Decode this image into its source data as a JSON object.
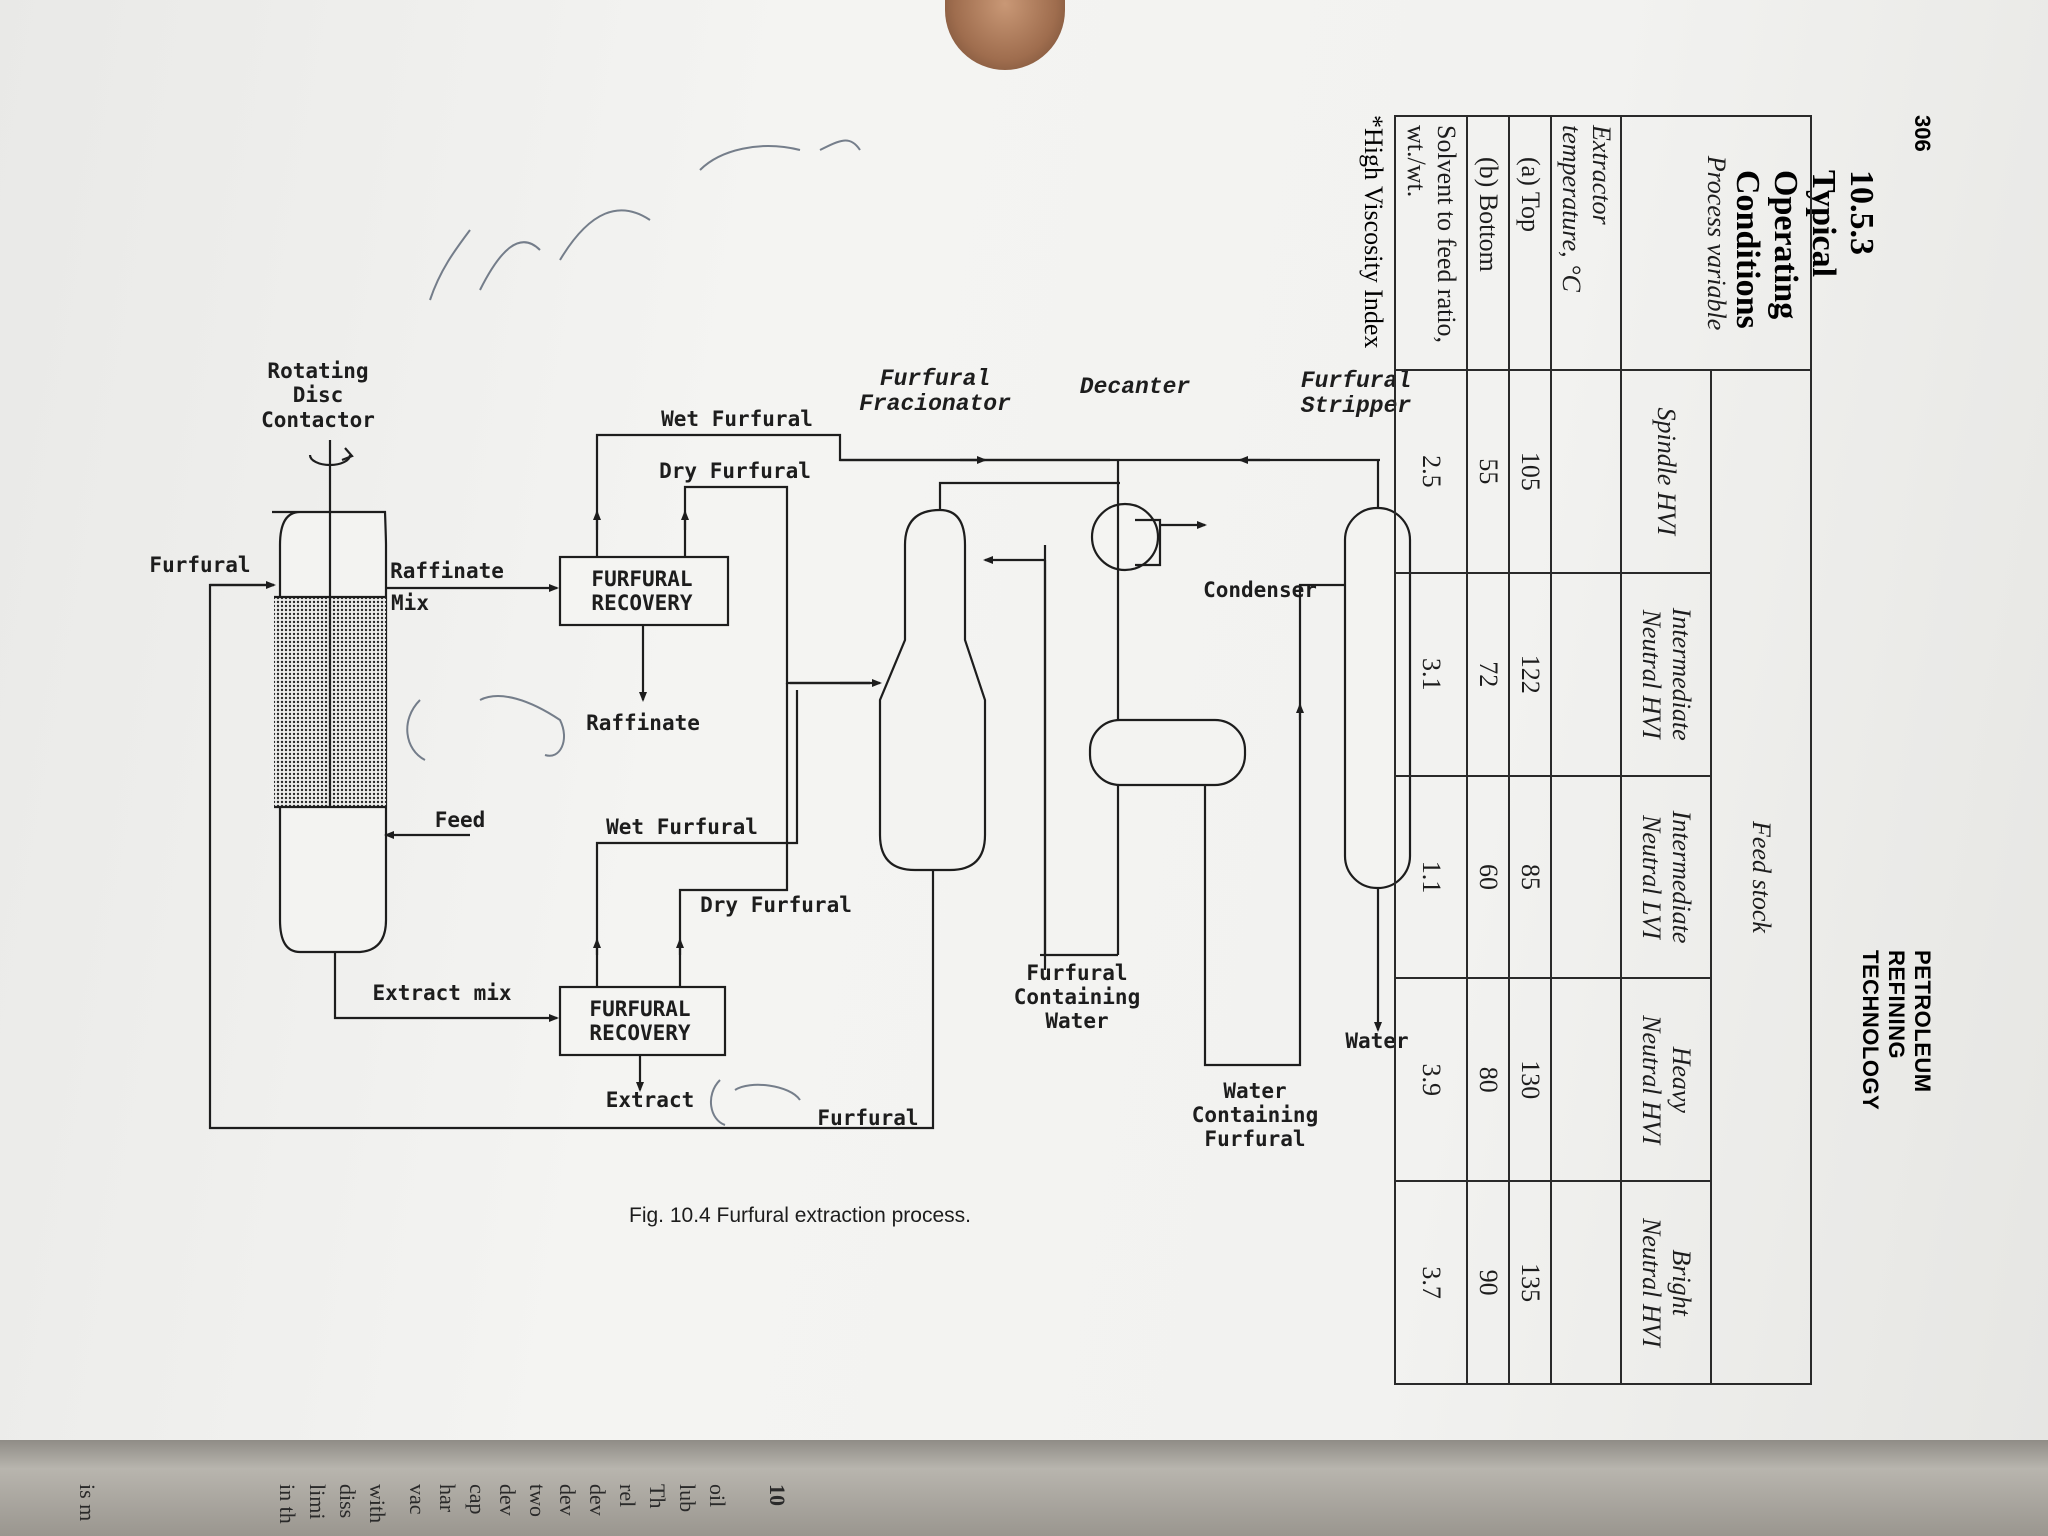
{
  "page": {
    "number": "306",
    "running_head": "PETROLEUM REFINING TECHNOLOGY",
    "section_title": "10.5.3 Typical Operating Conditions"
  },
  "table": {
    "col_process_variable": "Process variable",
    "col_feed_stock": "Feed stock",
    "feed_columns": [
      {
        "line1": "Spindle HVI",
        "line2": ""
      },
      {
        "line1": "Intermediate",
        "line2": "Neutral HVI"
      },
      {
        "line1": "Intermediate",
        "line2": "Neutral LVI"
      },
      {
        "line1": "Heavy",
        "line2": "Neutral HVI"
      },
      {
        "line1": "Bright",
        "line2": "Neutral HVI"
      }
    ],
    "rows": [
      {
        "label": "Extractor temperature, °C",
        "values": [
          "",
          "",
          "",
          "",
          ""
        ]
      },
      {
        "label": "(a) Top",
        "values": [
          "105",
          "122",
          "85",
          "130",
          "135"
        ]
      },
      {
        "label": "(b) Bottom",
        "values": [
          "55",
          "72",
          "60",
          "80",
          "90"
        ]
      },
      {
        "label": "Solvent to feed ratio,",
        "label2": "wt./wt.",
        "values": [
          "2.5",
          "3.1",
          "1.1",
          "3.9",
          "3.7"
        ]
      }
    ],
    "footnote": "*High Viscosity Index"
  },
  "figure": {
    "caption": "Fig. 10.4 Furfural extraction process.",
    "labels": {
      "rotating": "Rotating",
      "disc": "Disc",
      "contactor": "Contactor",
      "furfural_in": "Furfural",
      "raffinate": "Raffinate",
      "mix": "Mix",
      "feed": "Feed",
      "extract_mix": "Extract mix",
      "recovery_top_1": "FURFURAL",
      "recovery_top_2": "RECOVERY",
      "recovery_bot_1": "FURFURAL",
      "recovery_bot_2": "RECOVERY",
      "raffinate_out": "Raffinate",
      "extract_out": "Extract",
      "furfural_return": "Furfural",
      "wet_furfural_top": "Wet Furfural",
      "dry_furfural_top": "Dry Furfural",
      "wet_furfural_bot": "Wet Furfural",
      "dry_furfural_bot": "Dry Furfural",
      "furfural_fracionator_1": "Furfural",
      "furfural_fracionator_2": "Fracionator",
      "decanter": "Decanter",
      "condenser": "Condenser",
      "furfural_stripper_1": "Furfural",
      "furfural_stripper_2": "Stripper",
      "fcw_1": "Furfural",
      "fcw_2": "Containing",
      "fcw_3": "Water",
      "wcf_1": "Water",
      "wcf_2": "Containing",
      "wcf_3": "Furfural",
      "water_out": "Water"
    }
  },
  "bleed_lines": [
    "10",
    "oil",
    "lub",
    "Th",
    "rel",
    "dev",
    "dev",
    "two",
    "dev",
    "cap",
    "har",
    "vac",
    "with",
    "diss",
    "limi",
    "in th",
    "is m"
  ],
  "colors": {
    "ink": "#1d1d1d",
    "paper": "#f2f2f0",
    "pencil": "#556070"
  }
}
